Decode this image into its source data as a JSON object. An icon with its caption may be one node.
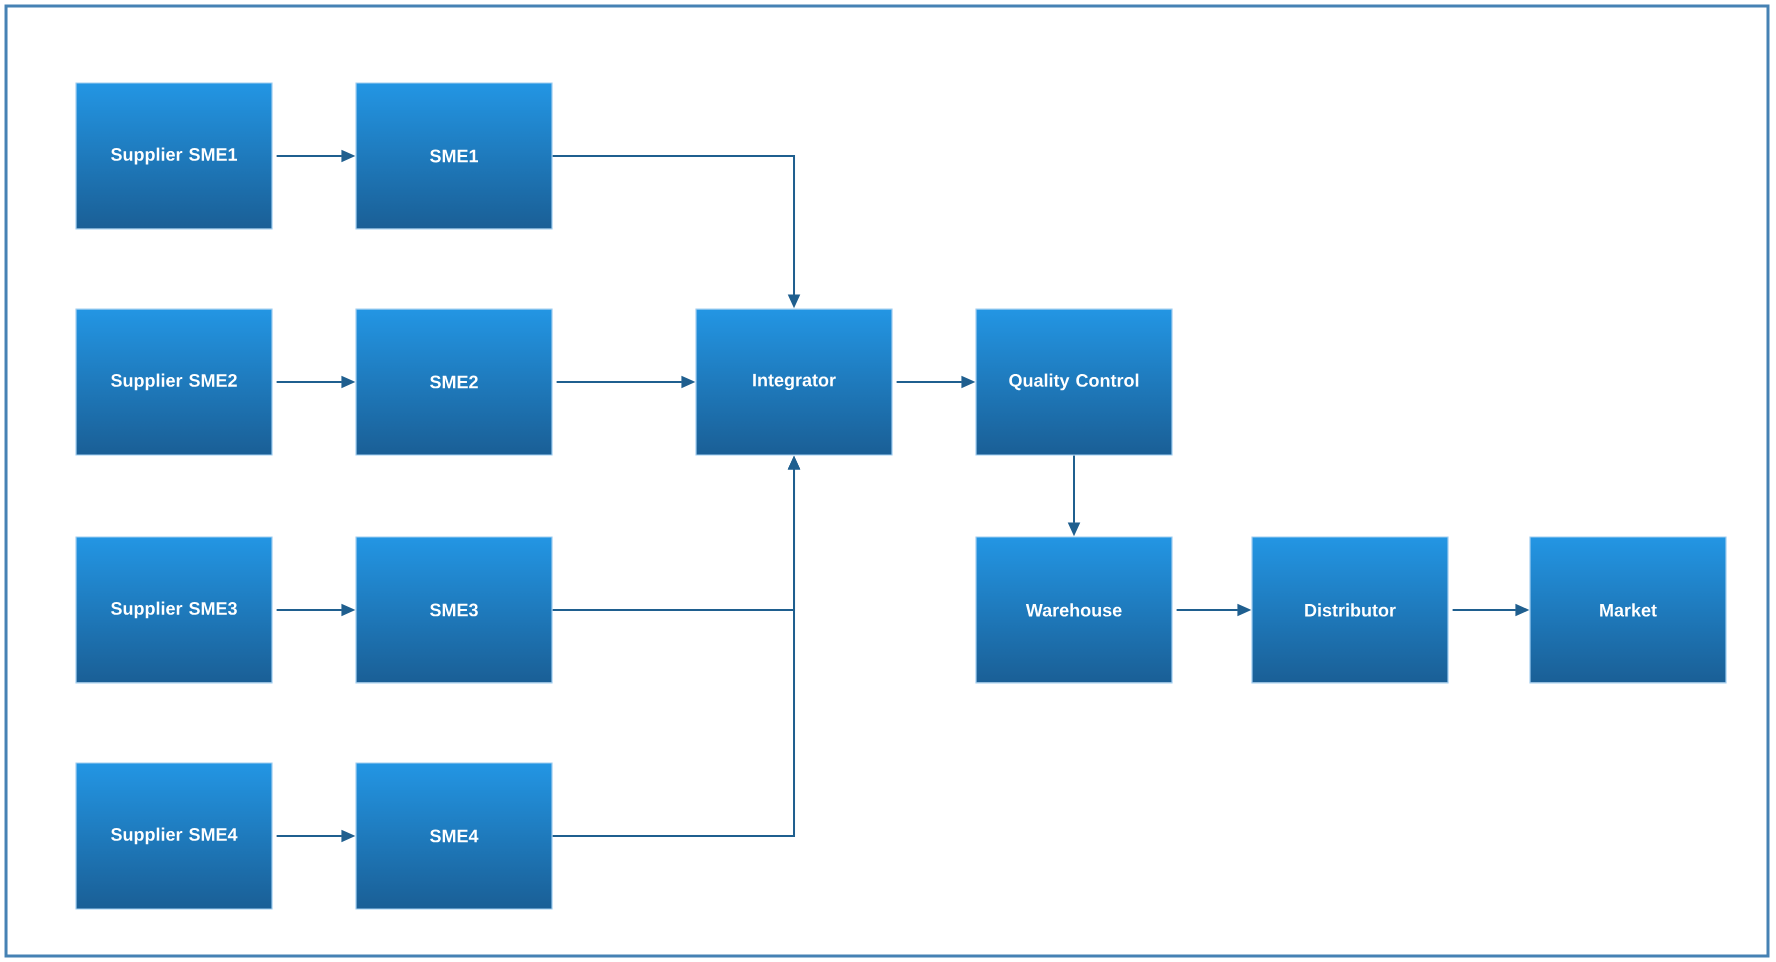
{
  "diagram": {
    "nodes": [
      {
        "text": [
          "Supplier SME1"
        ]
      },
      {
        "text": [
          "SME1"
        ]
      },
      {
        "text": [
          "Supplier SME2"
        ]
      },
      {
        "text": [
          "SME2"
        ]
      },
      {
        "text": [
          "Supplier SME3"
        ]
      },
      {
        "text": [
          "SME3"
        ]
      },
      {
        "text": [
          "Supplier SME4"
        ]
      },
      {
        "text": [
          "SME4"
        ]
      },
      {
        "text": [
          "Integrator"
        ]
      },
      {
        "text": [
          "Quality Control"
        ]
      },
      {
        "text": [
          "Warehouse"
        ]
      },
      {
        "text": [
          "Distributor"
        ]
      },
      {
        "text": [
          "Market"
        ]
      }
    ],
    "edges": [
      {
        "from": 0,
        "to": 1,
        "arrow": "to"
      },
      {
        "from": 2,
        "to": 3,
        "arrow": "to"
      },
      {
        "from": 4,
        "to": 5,
        "arrow": "to"
      },
      {
        "from": 6,
        "to": 7,
        "arrow": "to"
      },
      {
        "from": 1,
        "to": 8,
        "arrow": "to"
      },
      {
        "from": 3,
        "to": 8,
        "arrow": "to"
      },
      {
        "from": 5,
        "to": 8,
        "arrow": "to"
      },
      {
        "from": 7,
        "to": 8,
        "arrow": "to"
      },
      {
        "from": 8,
        "to": 9,
        "arrow": "to"
      },
      {
        "from": 9,
        "to": 10,
        "arrow": "to"
      },
      {
        "from": 10,
        "to": 11,
        "arrow": "to"
      },
      {
        "from": 11,
        "to": 12,
        "arrow": "to"
      }
    ]
  }
}
